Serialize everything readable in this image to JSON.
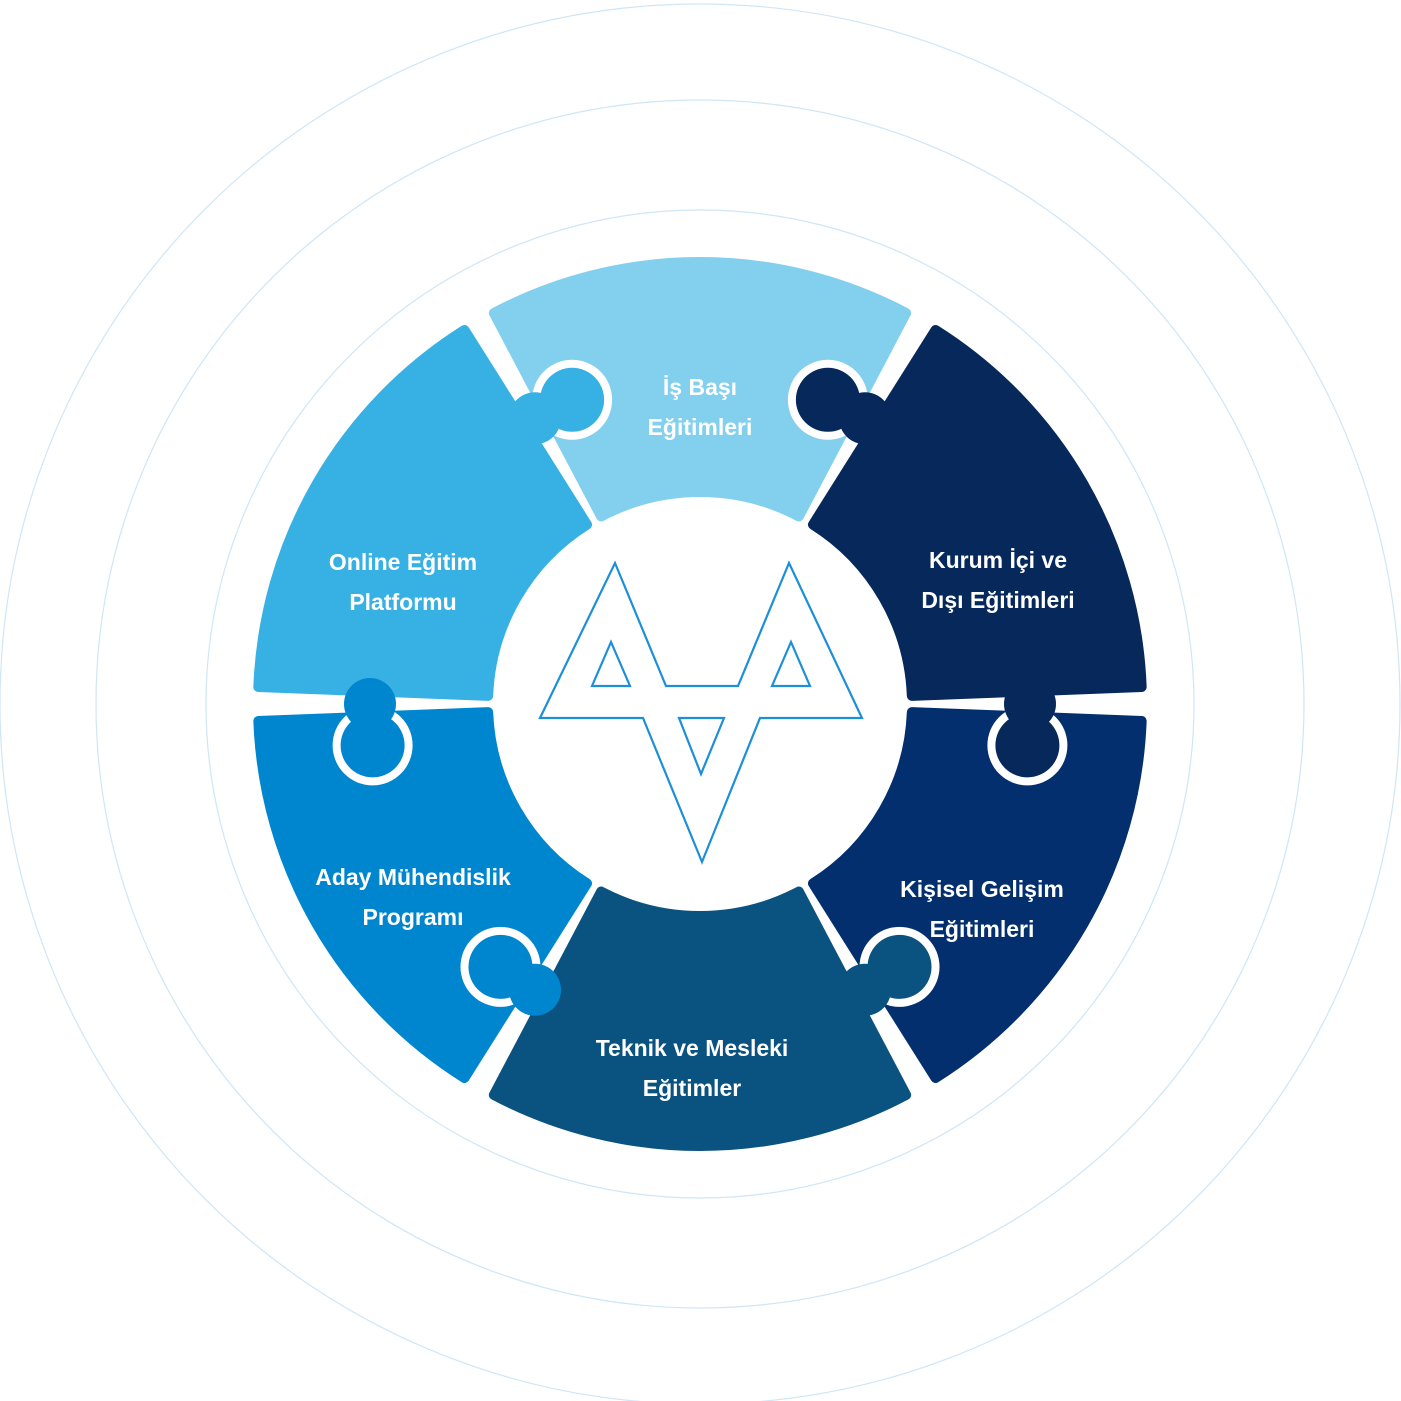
{
  "segments": [
    {
      "id": "is-basi",
      "lines": [
        "İş Başı",
        "Eğitimleri"
      ],
      "color": "#82CFEE"
    },
    {
      "id": "kurum-ici",
      "lines": [
        "Kurum İçi ve",
        "Dışı Eğitimleri"
      ],
      "color": "#06285A"
    },
    {
      "id": "kisisel-gelisim",
      "lines": [
        "Kişisel Gelişim",
        "Eğitimleri"
      ],
      "color": "#032F6F"
    },
    {
      "id": "teknik-mesleki",
      "lines": [
        "Teknik ve Mesleki",
        "Eğitimler"
      ],
      "color": "#0A527F"
    },
    {
      "id": "aday-muhendislik",
      "lines": [
        "Aday Mühendislik",
        "Programı"
      ],
      "color": "#0086CF"
    },
    {
      "id": "online-egitim",
      "lines": [
        "Online Eğitim",
        "Platformu"
      ],
      "color": "#37B1E3"
    }
  ],
  "colors": {
    "ring": "#CFE6F6",
    "logo": "#1D8FD9",
    "gap": "#ffffff"
  },
  "logo": {
    "icon": "triangle-logo-icon"
  }
}
